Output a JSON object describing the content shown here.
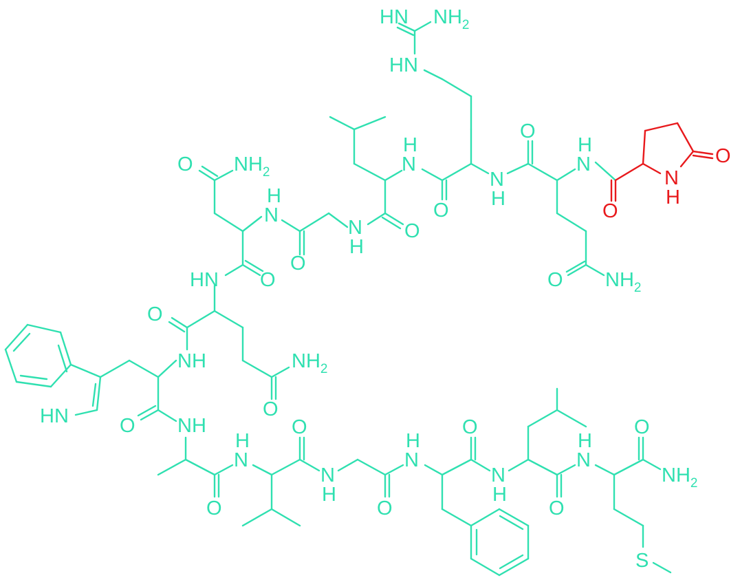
{
  "diagram": {
    "type": "chemical-structure",
    "description": "Peptide skeletal formula (pGlu-Gln-Arg-Leu-Gly-Asn-Gln-Trp-Ala-Val-Gly-Phe-Leu-Met-NH2)",
    "colors": {
      "main": "#2fe0b0",
      "highlight": "#e8191c",
      "background": "#ffffff"
    },
    "labels": {
      "guan_hn": "HN",
      "guan_nh2": "NH",
      "guan_nh": "HN",
      "arg_h": "H",
      "arg_n": "N",
      "gln1_h": "H",
      "gln1_n": "N",
      "pglu_ring_n": "N",
      "pglu_ring_h": "H",
      "pglu_ring_o": "O",
      "pglu_amide_o": "O",
      "arg_o_top": "O",
      "gln1_sc_o": "O",
      "gln1_sc_nh2": "NH",
      "leu1_h": "H",
      "leu1_n": "N",
      "leu1_o": "O",
      "arg_carb_o": "O",
      "arg_nh": "N",
      "arg_nh_h": "H",
      "asn_o": "O",
      "asn_nh2": "NH",
      "asn_h": "H",
      "asn_n": "N",
      "gly1_o": "O",
      "gly1_n": "N",
      "gly1_h": "H",
      "gln2_hn": "HN",
      "asn_bb_o": "O",
      "gln2_o": "O",
      "trp_nh": "NH",
      "gln2_sc_o": "O",
      "gln2_sc_nh2": "NH",
      "indole_hn": "HN",
      "trp_o": "O",
      "ala_nh": "NH",
      "ala_o": "O",
      "val_h": "H",
      "val_n": "N",
      "val_o": "O",
      "gly2_n": "N",
      "gly2_h": "H",
      "gly2_o": "O",
      "phe_h": "H",
      "phe_n": "N",
      "phe_o": "O",
      "leu2_n": "N",
      "leu2_h": "H",
      "leu2_o": "O",
      "met_h": "H",
      "met_n": "N",
      "met_o": "O",
      "met_nh2": "NH",
      "sulfur": "S",
      "sub2": "2"
    }
  }
}
